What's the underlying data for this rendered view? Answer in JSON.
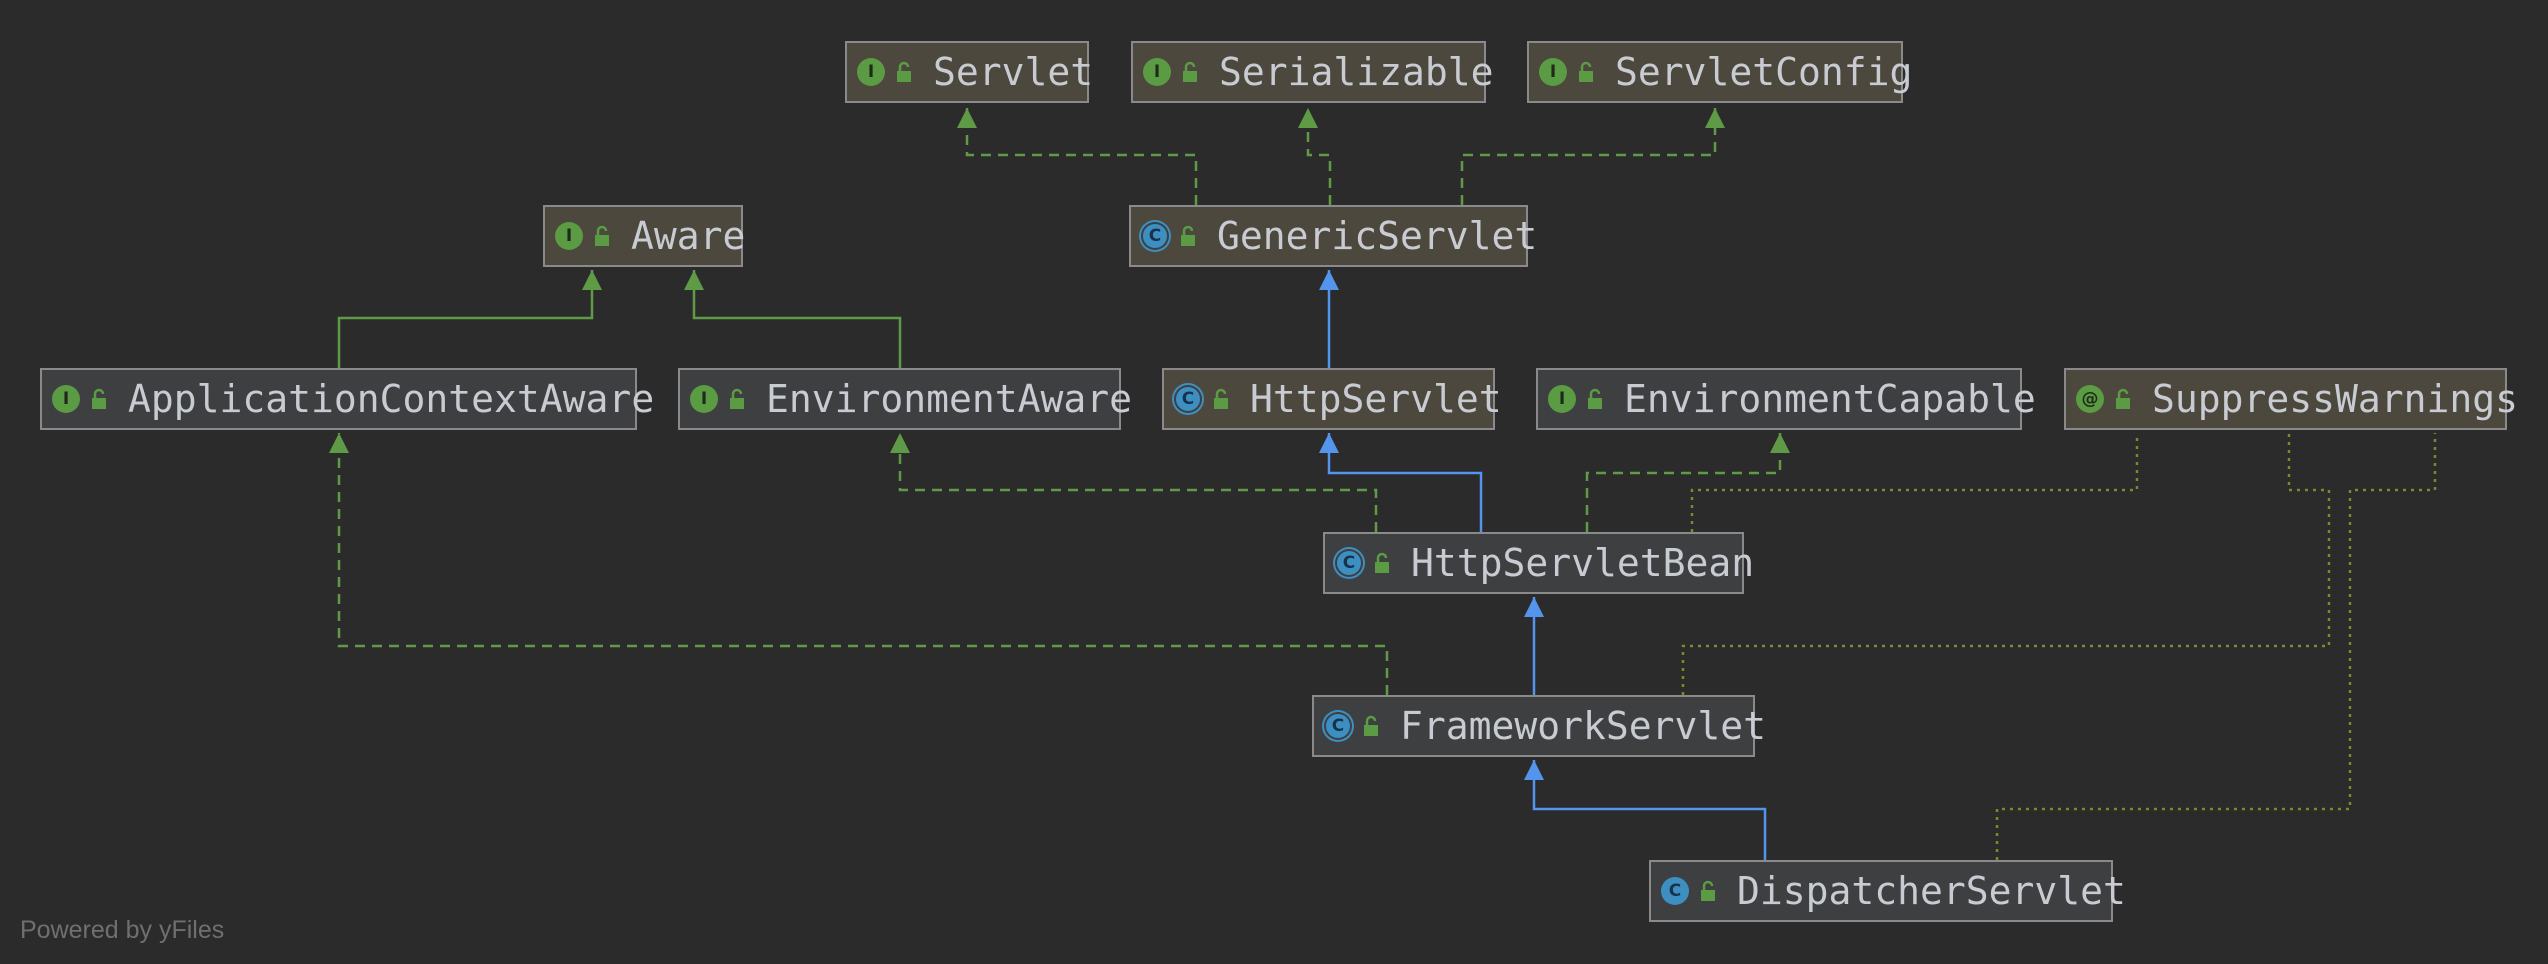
{
  "nodes": {
    "servlet": {
      "name": "Servlet",
      "kind": "interface"
    },
    "serializable": {
      "name": "Serializable",
      "kind": "interface"
    },
    "servlet_config": {
      "name": "ServletConfig",
      "kind": "interface"
    },
    "aware": {
      "name": "Aware",
      "kind": "interface"
    },
    "generic_servlet": {
      "name": "GenericServlet",
      "kind": "abstract-class"
    },
    "application_context_aware": {
      "name": "ApplicationContextAware",
      "kind": "interface"
    },
    "environment_aware": {
      "name": "EnvironmentAware",
      "kind": "interface"
    },
    "http_servlet": {
      "name": "HttpServlet",
      "kind": "abstract-class"
    },
    "environment_capable": {
      "name": "EnvironmentCapable",
      "kind": "interface"
    },
    "suppress_warnings": {
      "name": "SuppressWarnings",
      "kind": "annotation"
    },
    "http_servlet_bean": {
      "name": "HttpServletBean",
      "kind": "abstract-class"
    },
    "framework_servlet": {
      "name": "FrameworkServlet",
      "kind": "abstract-class"
    },
    "dispatcher_servlet": {
      "name": "DispatcherServlet",
      "kind": "class"
    }
  },
  "badges": {
    "interface": "I",
    "class": "C",
    "annotation": "@"
  },
  "edges": [
    {
      "from": "generic_servlet",
      "to": "servlet",
      "type": "implements"
    },
    {
      "from": "generic_servlet",
      "to": "serializable",
      "type": "implements"
    },
    {
      "from": "generic_servlet",
      "to": "servlet_config",
      "type": "implements"
    },
    {
      "from": "application_context_aware",
      "to": "aware",
      "type": "interface-extends"
    },
    {
      "from": "environment_aware",
      "to": "aware",
      "type": "interface-extends"
    },
    {
      "from": "http_servlet",
      "to": "generic_servlet",
      "type": "extends"
    },
    {
      "from": "http_servlet_bean",
      "to": "http_servlet",
      "type": "extends"
    },
    {
      "from": "http_servlet_bean",
      "to": "environment_aware",
      "type": "implements"
    },
    {
      "from": "http_servlet_bean",
      "to": "environment_capable",
      "type": "implements"
    },
    {
      "from": "http_servlet_bean",
      "to": "suppress_warnings",
      "type": "annotated-with"
    },
    {
      "from": "framework_servlet",
      "to": "http_servlet_bean",
      "type": "extends"
    },
    {
      "from": "framework_servlet",
      "to": "application_context_aware",
      "type": "implements"
    },
    {
      "from": "framework_servlet",
      "to": "suppress_warnings",
      "type": "annotated-with"
    },
    {
      "from": "dispatcher_servlet",
      "to": "framework_servlet",
      "type": "extends"
    },
    {
      "from": "dispatcher_servlet",
      "to": "suppress_warnings",
      "type": "annotated-with"
    }
  ],
  "colors": {
    "background": "#2b2b2b",
    "extends": "#5394ec",
    "implements": "#5f9a46",
    "annotation": "#7b8a2e",
    "interface_fill": "#4c483d",
    "class_fill": "#3d3f41"
  },
  "footer": "Powered by yFiles"
}
